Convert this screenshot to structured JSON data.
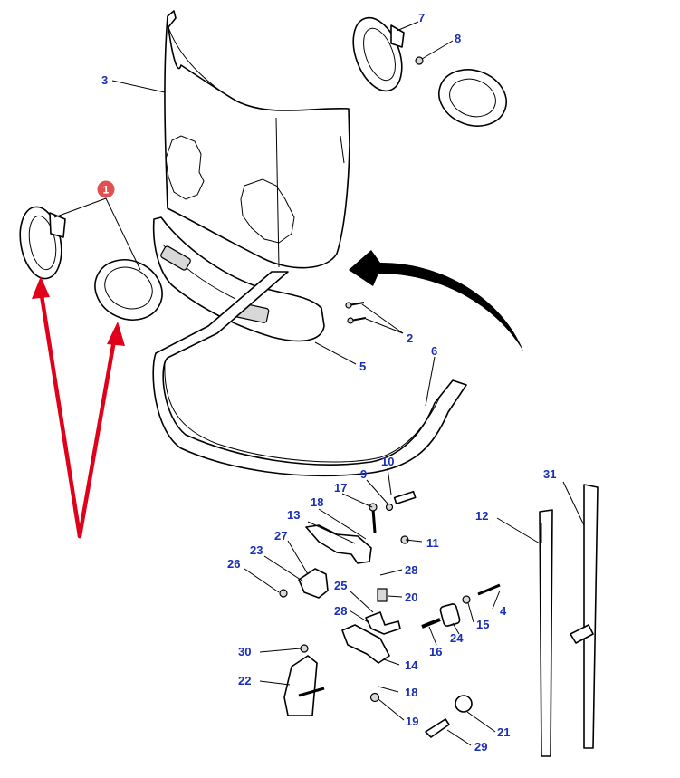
{
  "diagram": {
    "callouts": {
      "c1": "1",
      "c2": "2",
      "c3": "3",
      "c4": "4",
      "c5": "5",
      "c6": "6",
      "c7": "7",
      "c8": "8",
      "c9": "9",
      "c10": "10",
      "c11": "11",
      "c12": "12",
      "c13": "13",
      "c14": "14",
      "c15": "15",
      "c16": "16",
      "c17": "17",
      "c18a": "18",
      "c18b": "18",
      "c19": "19",
      "c20": "20",
      "c21": "21",
      "c22": "22",
      "c23": "23",
      "c24": "24",
      "c25": "25",
      "c26": "26",
      "c27": "27",
      "c28a": "28",
      "c28b": "28",
      "c29": "29",
      "c30": "30",
      "c31": "31"
    },
    "colors": {
      "callout_text": "#1a2fb5",
      "highlight_arrow": "#e1001a",
      "badge": "#e05050"
    }
  }
}
